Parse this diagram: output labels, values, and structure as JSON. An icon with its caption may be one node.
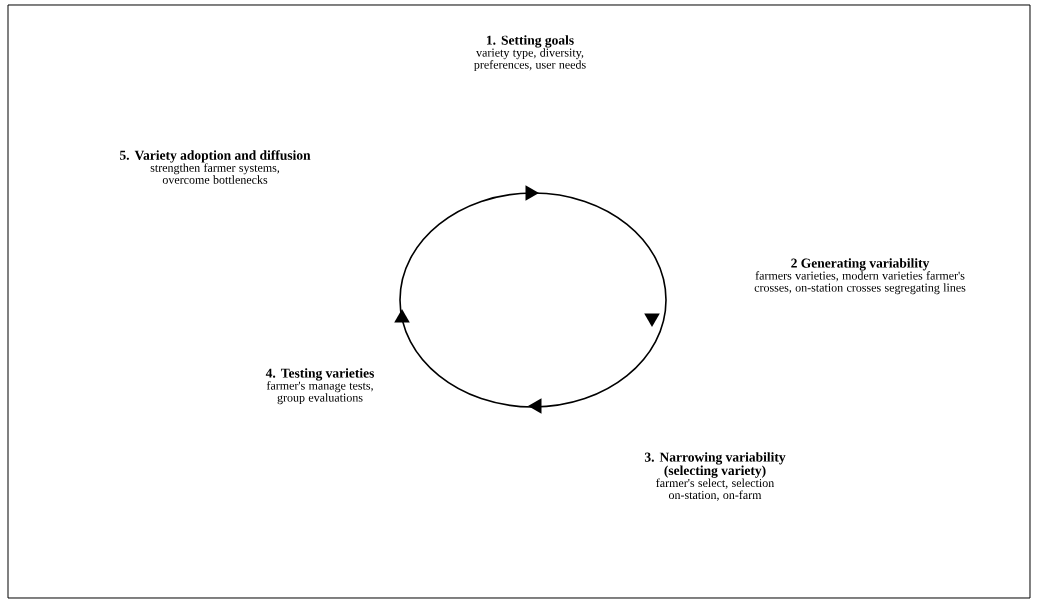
{
  "diagram": {
    "nodes": [
      {
        "text": [
          "1. Setting goals",
          "variety type, diversity, preferences, user needs"
        ]
      },
      {
        "text": [
          "5. Variety adoption and diffusion",
          "strengthen farmer systems, overcome bottlenecks"
        ]
      },
      {
        "text": [
          "2 Generating variability",
          "farmers varieties, modern varieties farmer's crosses, on-station crosses segregating lines"
        ]
      },
      {
        "text": [
          "4. Testing varieties",
          "farmer's manage tests, group evaluations"
        ]
      },
      {
        "text": [
          "3. Narrowing variability (selecting variety)",
          "farmer's select, selection on-station, on-farm"
        ]
      }
    ]
  }
}
